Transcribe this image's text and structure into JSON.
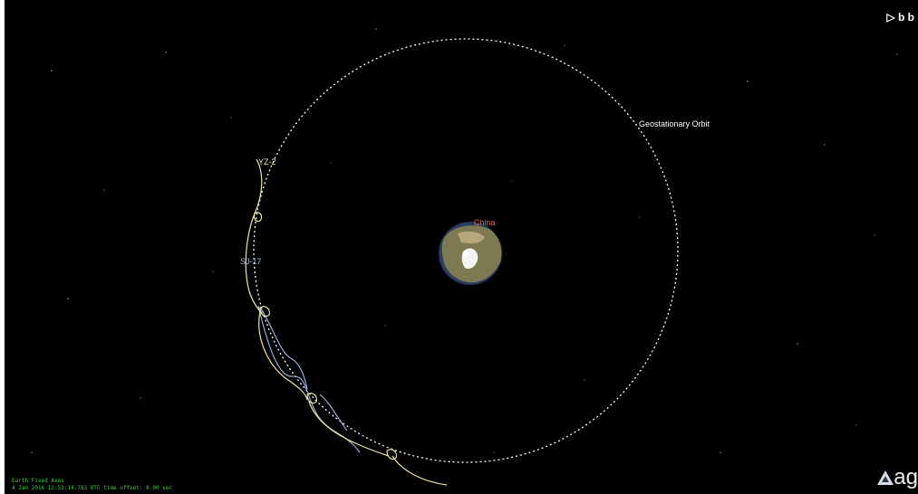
{
  "brand": {
    "corner_text": "b b"
  },
  "logo": {
    "text": "ag"
  },
  "scene": {
    "orbit_label": "Geostationary Orbit",
    "region_label": "China",
    "satellites": [
      {
        "name": "YZ-2",
        "color": "#f0e6a8"
      },
      {
        "name": "SJ-17",
        "color": "#9fb8e8"
      }
    ]
  },
  "status": {
    "line1": "Earth Fixed Axes",
    "line2": "4 Jan 2016 12:53:14.783    UTC time offset: 0.00 sec"
  },
  "colors": {
    "background": "#000000",
    "orbit": "#ffffff",
    "yz2_track": "#f0e6a8",
    "sj17_track": "#9fb8e8",
    "region_label": "#e06a5a",
    "status_text": "#3ccf3c"
  }
}
